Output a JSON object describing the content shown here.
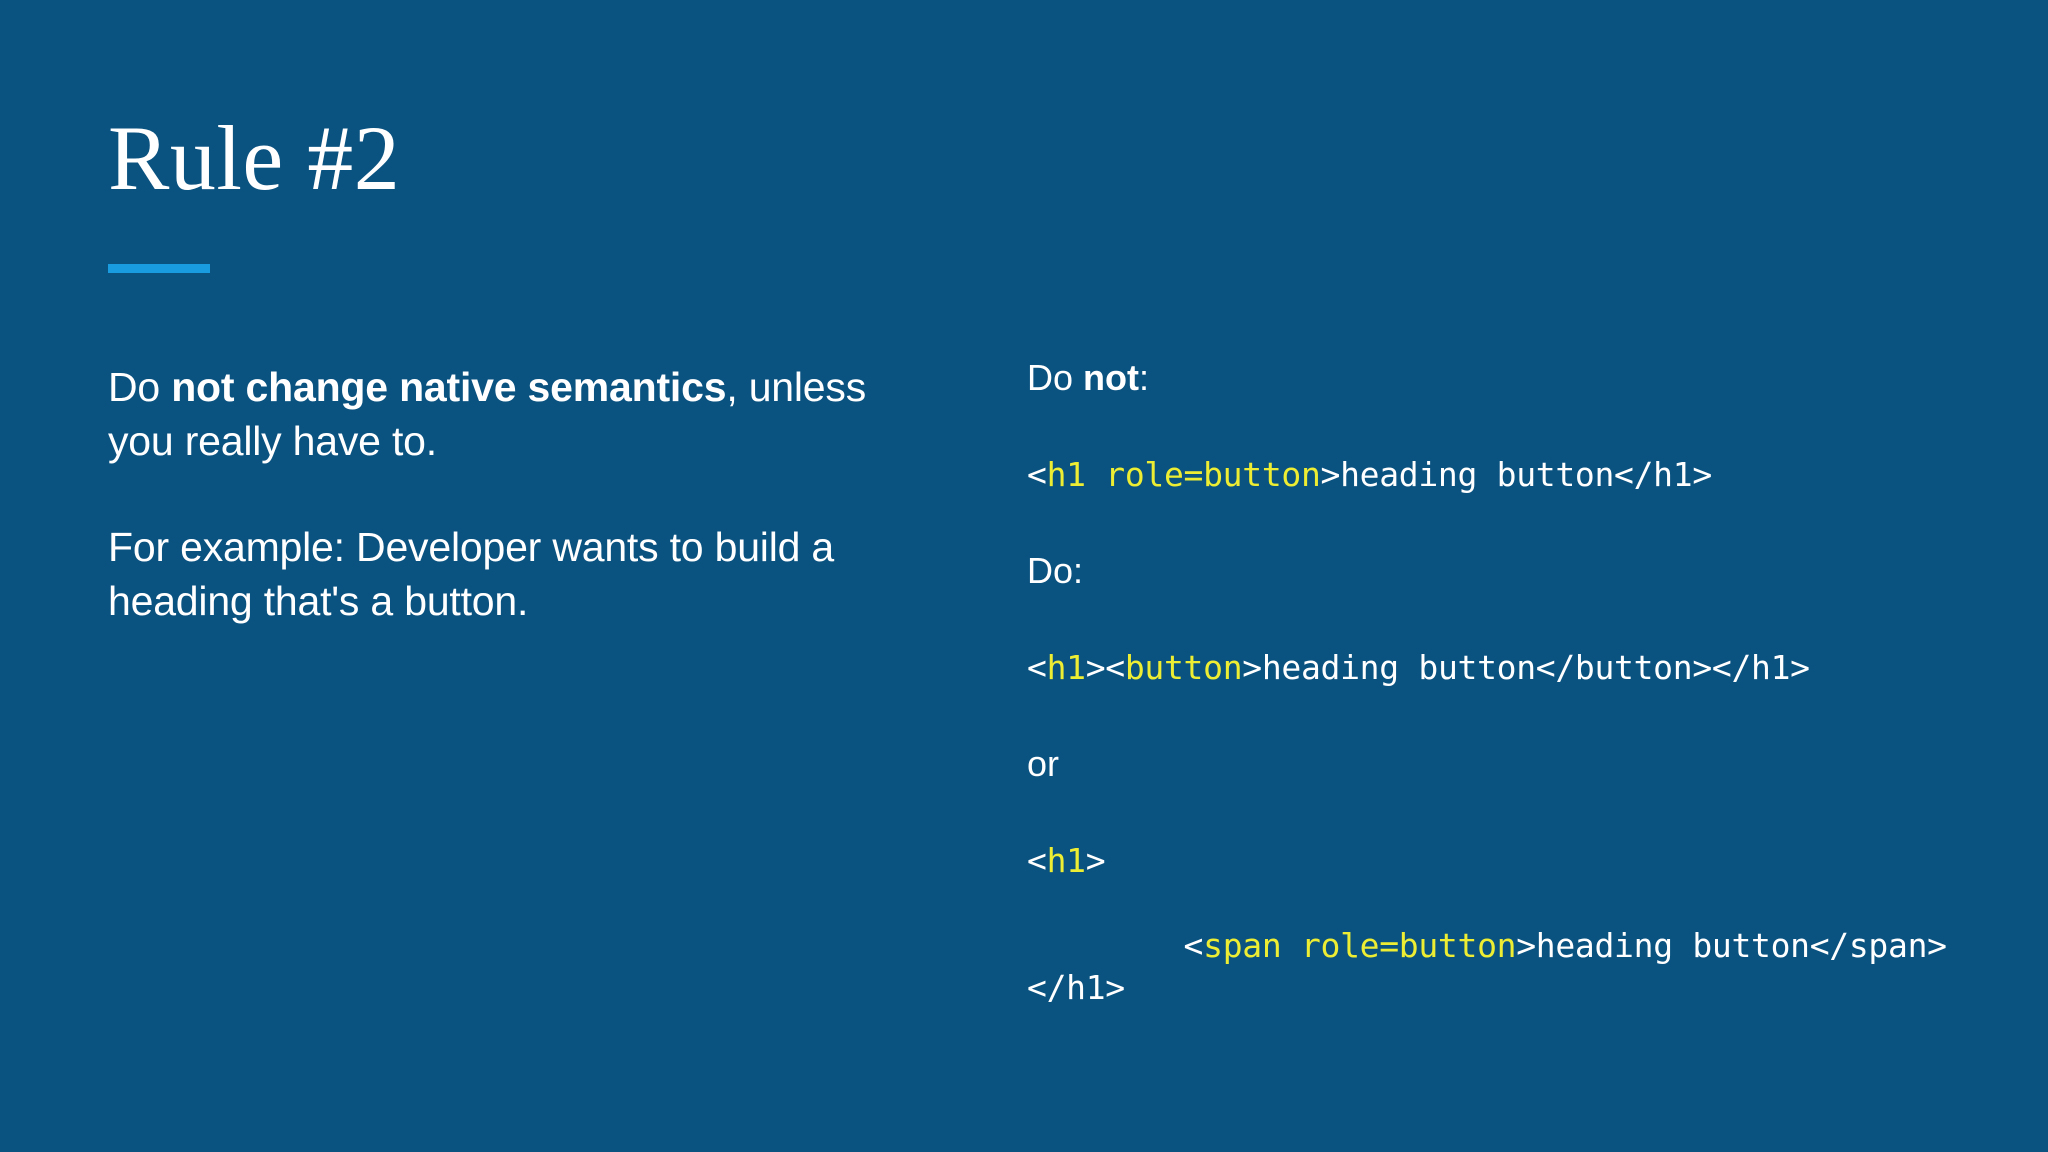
{
  "slide": {
    "title": "Rule #2",
    "accent_color": "#1a9ce0",
    "background_color": "#0a5280",
    "text_color": "#ffffff",
    "code_tag_color": "#eded33"
  },
  "left_column": {
    "paragraph_1": {
      "lead": "Do ",
      "emphasis": "not change native semantics",
      "tail": ", unless you really have to."
    },
    "paragraph_2": "For example: Developer wants to build a heading that's a button."
  },
  "right_column": {
    "label_do_not": {
      "lead": "Do ",
      "emphasis": "not",
      "tail": ":"
    },
    "code_bad": {
      "open_angle": "<",
      "tag": "h1 role=button",
      "rest": ">heading button</h1>"
    },
    "label_do": "Do:",
    "code_good_1": {
      "open_angle": "<",
      "tag_h1": "h1",
      "mid": "><",
      "tag_button": "button",
      "rest": ">heading button</button></h1>"
    },
    "label_or": "or",
    "code_good_2": {
      "line1_open": "<",
      "line1_tag": "h1",
      "line1_close": ">",
      "line2_indent": "        <",
      "line2_tag": "span role=button",
      "line2_rest": ">heading button</span>",
      "line3": "</h1>"
    }
  }
}
